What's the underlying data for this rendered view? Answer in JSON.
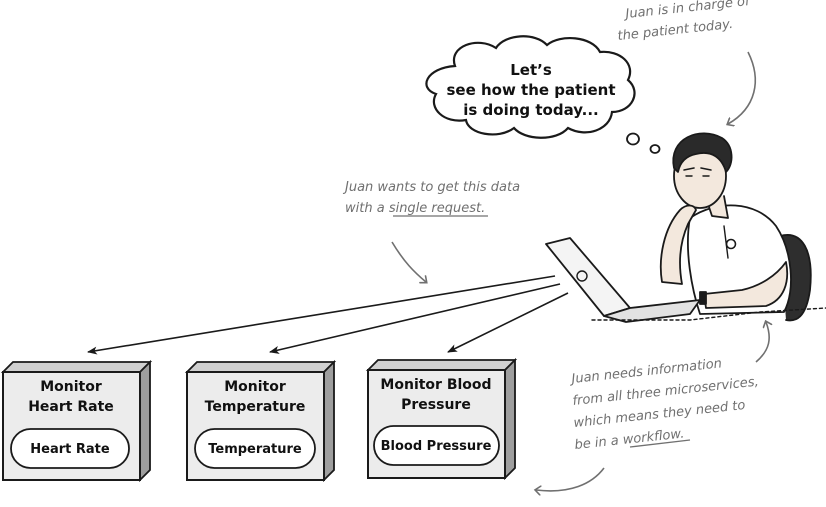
{
  "bubble": {
    "line1": "Let’s",
    "line2": "see how the patient",
    "line3": "is doing today..."
  },
  "notes": {
    "charge_line1": "Juan is in charge of",
    "charge_line2": "the patient today.",
    "request_line1": "Juan wants to get this data",
    "request_line2_prefix": "with a ",
    "request_line2_link": "single request",
    "request_line2_suffix": ".",
    "info_line1": "Juan needs information",
    "info_line2": "from all three microservices,",
    "info_line3": "which means they need to",
    "info_line4_prefix": "be in a ",
    "info_line4_link": "workflow",
    "info_line4_suffix": "."
  },
  "services": [
    {
      "title_line1": "Monitor",
      "title_line2": "Heart Rate",
      "inner_label": "Heart Rate"
    },
    {
      "title_line1": "Monitor",
      "title_line2": "Temperature",
      "inner_label": "Temperature"
    },
    {
      "title_line1": "Monitor Blood",
      "title_line2": "Pressure",
      "inner_label": "Blood Pressure"
    }
  ],
  "colors": {
    "ink": "#1a1a1a",
    "note_gray": "#707070",
    "box_side": "#bdbdbd",
    "box_front": "#e6e6e6"
  }
}
